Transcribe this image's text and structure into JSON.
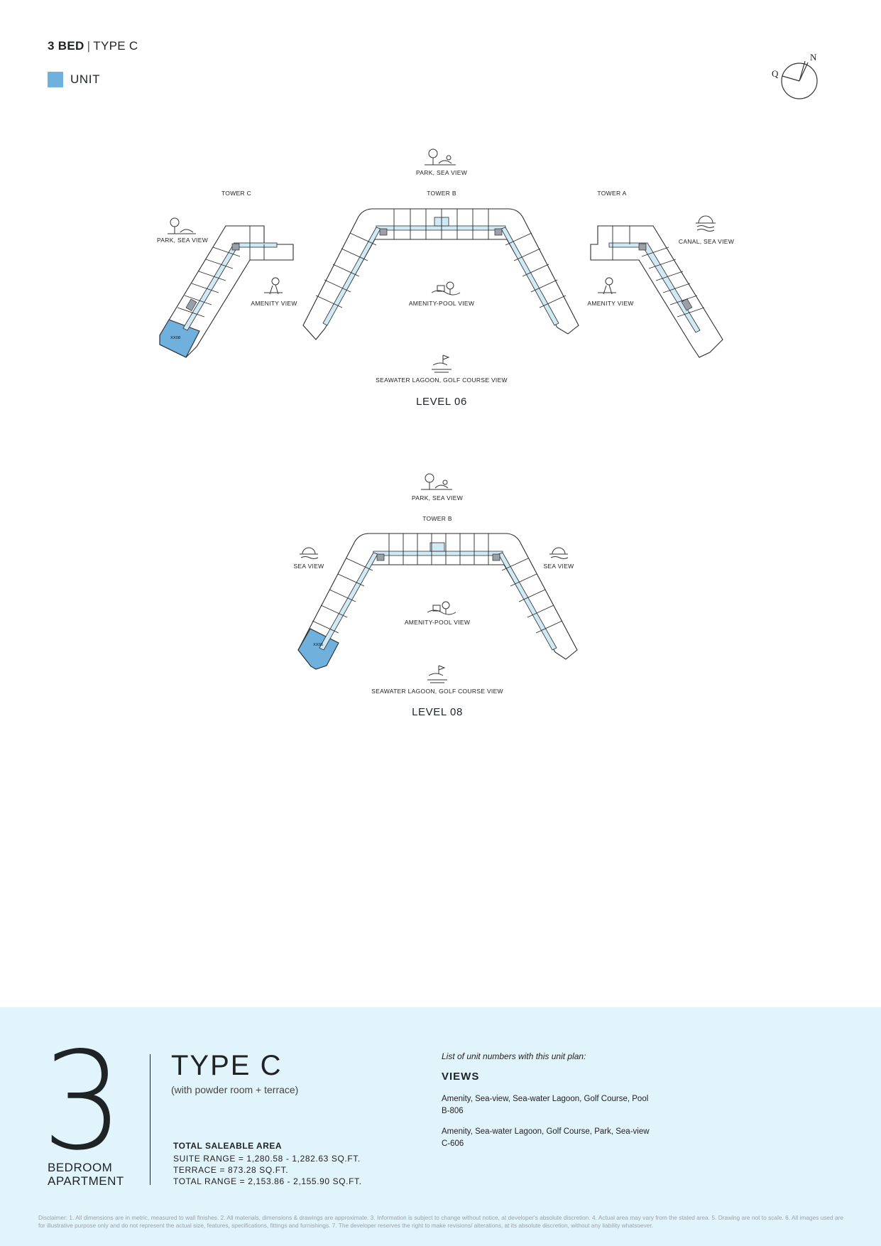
{
  "header": {
    "bed_label": "3 BED",
    "type_label": "TYPE C",
    "legend_label": "UNIT"
  },
  "compass": {
    "north_label": "N",
    "west_label": "Q"
  },
  "colors": {
    "highlight": "#6fb1dc",
    "corridor": "#cfe9f5",
    "footer_bg": "#e1f3fb"
  },
  "level_06": {
    "level_label": "LEVEL 06",
    "tower_c": "TOWER C",
    "tower_b": "TOWER B",
    "tower_a": "TOWER A",
    "view_top": "PARK, SEA VIEW",
    "view_c_left": "PARK, SEA VIEW",
    "view_c_right": "AMENITY VIEW",
    "view_center": "AMENITY-POOL VIEW",
    "view_a_left": "AMENITY VIEW",
    "view_a_right": "CANAL, SEA VIEW",
    "view_bottom": "SEAWATER LAGOON, GOLF COURSE VIEW",
    "highlighted_unit": "XX08"
  },
  "level_08": {
    "level_label": "LEVEL 08",
    "tower_b": "TOWER B",
    "view_top": "PARK, SEA VIEW",
    "view_left": "SEA VIEW",
    "view_right": "SEA VIEW",
    "view_center": "AMENITY-POOL VIEW",
    "view_bottom": "SEAWATER LAGOON, GOLF COURSE VIEW",
    "highlighted_unit": "XX06"
  },
  "footer": {
    "digit": "3",
    "bedroom_line1": "BEDROOM",
    "bedroom_line2": "APARTMENT",
    "type_title": "TYPE C",
    "type_subtitle": "(with powder room + terrace)",
    "area_heading": "TOTAL SALEABLE AREA",
    "suite_range": "SUITE RANGE = 1,280.58 - 1,282.63 SQ.FT.",
    "terrace": "TERRACE = 873.28 SQ.FT.",
    "total_range": "TOTAL RANGE = 2,153.86 - 2,155.90 SQ.FT.",
    "list_intro": "List of unit numbers with this unit plan:",
    "views_heading": "VIEWS",
    "views": [
      {
        "desc": "Amenity, Sea-view, Sea-water Lagoon, Golf Course, Pool",
        "units": "B-806"
      },
      {
        "desc": "Amenity, Sea-water Lagoon, Golf Course, Park, Sea-view",
        "units": "C-606"
      }
    ],
    "disclaimer": "Disclaimer: 1. All dimensions are in metric, measured to wall finishes. 2. All materials, dimensions & drawings are approximate. 3. Information is subject to change without notice, at developer's absolute discretion. 4. Actual area may vary from the stated area. 5. Drawing are not to scale. 6. All images used are for illustrative purpose only and do not represent the actual size, features, specifications, fittings and furnishings. 7. The developer reserves the right to make revisions/ alterations, at its absolute discretion, without any liability whatsoever."
  }
}
